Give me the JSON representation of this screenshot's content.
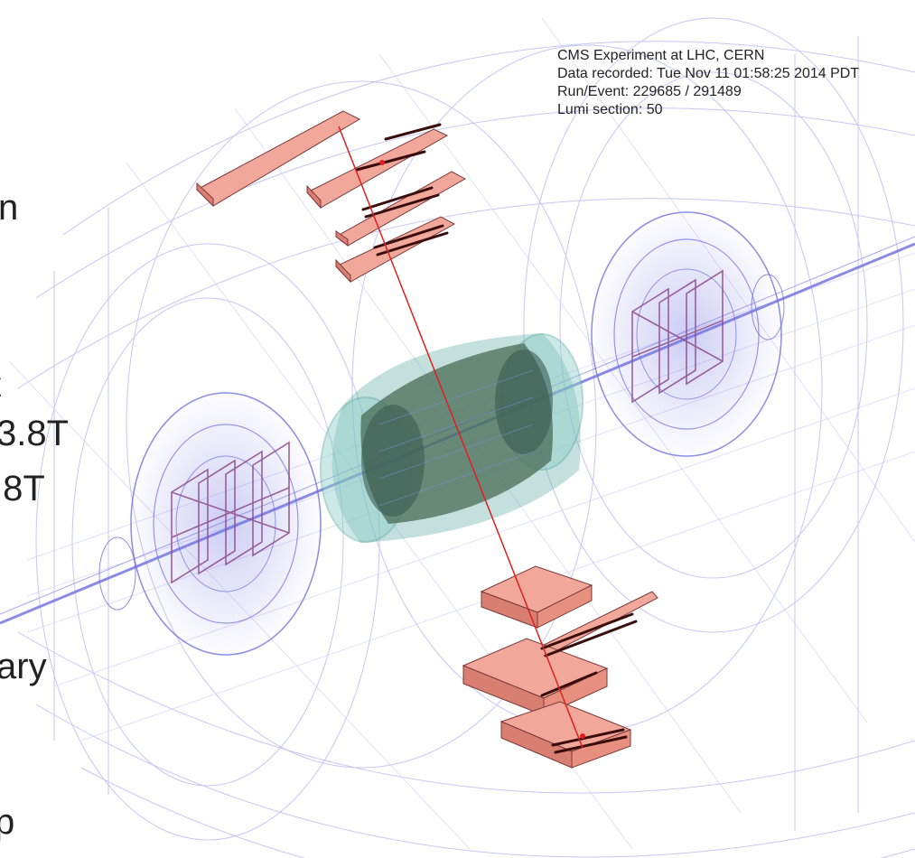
{
  "caption": {
    "line1": "CMS Experiment at LHC, CERN",
    "line2": "Data recorded: Tue Nov 11 01:58:25 2014 PDT",
    "line3": "Run/Event: 229685 / 291489",
    "line4": "Lumi section: 50"
  },
  "left_fragments": {
    "f1": "n",
    "f2": "t",
    "f3": "3.8T",
    "f4": ".8T",
    "f5": "ary",
    "f6": "p"
  },
  "colors": {
    "wireframe": "#a6a6ee",
    "wireframe_dense": "#6f6fe0",
    "tracker_fill": "#58a9a0",
    "tracker_core": "#4a6b55",
    "muon_chamber_fill": "#f2a79b",
    "muon_chamber_edge": "#7a3a3a",
    "muon_track": "#e02020",
    "hit_segments": "#3a0d0d"
  }
}
